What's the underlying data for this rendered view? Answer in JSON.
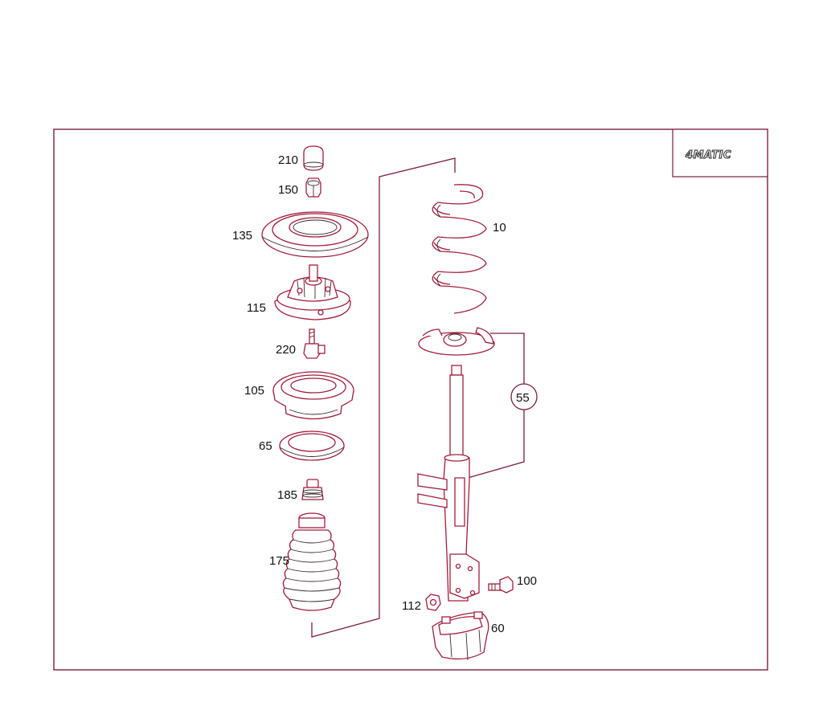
{
  "badge": {
    "text": "4MATIC"
  },
  "labels": {
    "p210": "210",
    "p150": "150",
    "p135": "135",
    "p115": "115",
    "p220": "220",
    "p105": "105",
    "p65": "65",
    "p185": "185",
    "p175": "175",
    "p10": "10",
    "p55": "55",
    "p100": "100",
    "p112": "112",
    "p60": "60"
  },
  "colors": {
    "frame": "#7a1f3a",
    "part_outline": "#a01d3c",
    "text": "#111111"
  }
}
